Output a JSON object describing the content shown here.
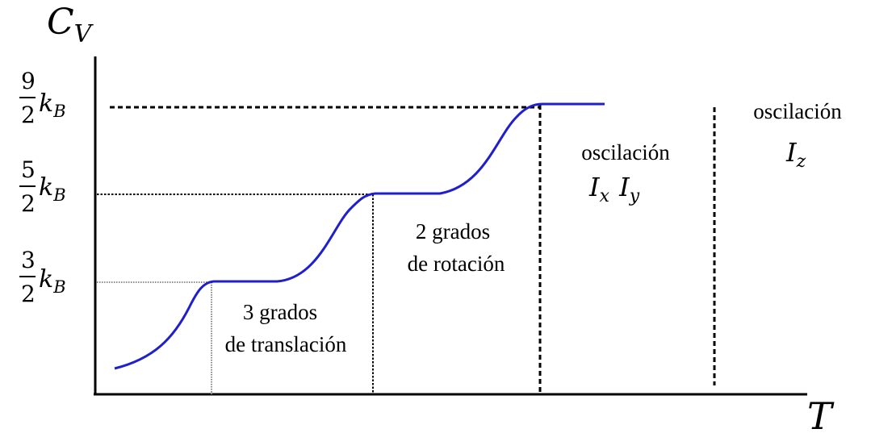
{
  "axes": {
    "y_label": "C",
    "y_label_sub": "V",
    "x_label": "T"
  },
  "levels": [
    {
      "num": "3",
      "den": "2",
      "unit": "k",
      "unit_sub": "B"
    },
    {
      "num": "5",
      "den": "2",
      "unit": "k",
      "unit_sub": "B"
    },
    {
      "num": "9",
      "den": "2",
      "unit": "k",
      "unit_sub": "B"
    }
  ],
  "annotations": {
    "translation": {
      "line1": "3 grados",
      "line2": "de translación"
    },
    "rotation": {
      "line1": "2 grados",
      "line2": "de rotación"
    },
    "osc_xy": {
      "line1": "oscilación",
      "sym1": "I",
      "sub1": "x",
      "sym2": "I",
      "sub2": "y"
    },
    "osc_z": {
      "line1": "oscilación",
      "sym": "I",
      "sub": "z"
    }
  },
  "colors": {
    "curve": "#1f1fcc",
    "axis": "#000000",
    "guide_light": "#8c8c8c",
    "guide_dark": "#000000"
  }
}
